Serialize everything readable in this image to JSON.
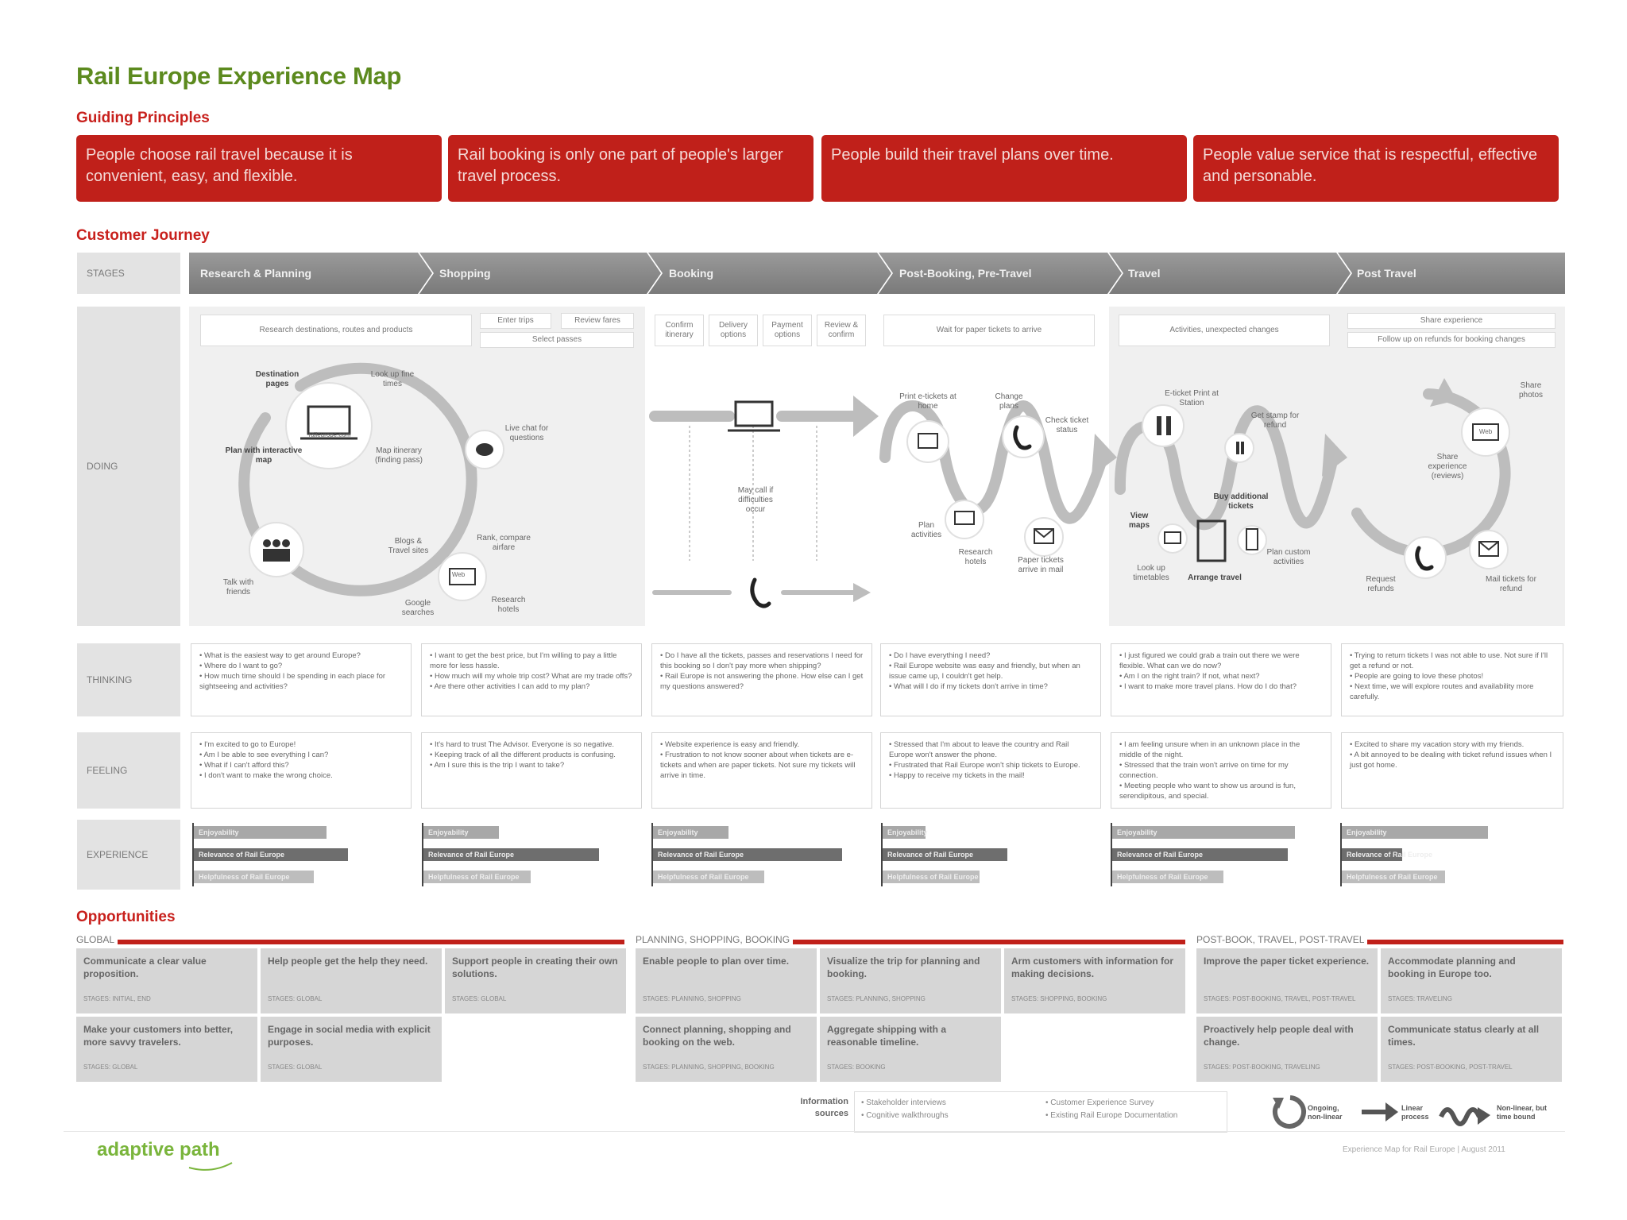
{
  "title": "Rail Europe Experience Map",
  "guiding_principles": {
    "heading": "Guiding Principles",
    "items": [
      "People choose rail travel because it is convenient, easy, and flexible.",
      "Rail booking is only one part of people's larger travel process.",
      "People build their travel plans over time.",
      "People value service that is respectful, effective and personable."
    ]
  },
  "customer_journey": {
    "heading": "Customer Journey",
    "row_labels": {
      "stages": "STAGES",
      "doing": "DOING",
      "thinking": "THINKING",
      "feeling": "FEELING",
      "experience": "EXPERIENCE"
    },
    "stages": [
      "Research & Planning",
      "Shopping",
      "Booking",
      "Post-Booking, Pre-Travel",
      "Travel",
      "Post Travel"
    ],
    "doing_boxes": {
      "research": "Research destinations, routes and products",
      "enter_trips": "Enter trips",
      "review_fares": "Review fares",
      "select_passes": "Select passes",
      "confirm_itinerary": "Confirm itinerary",
      "delivery_options": "Delivery options",
      "payment_options": "Payment options",
      "review_confirm": "Review & confirm",
      "wait_paper": "Wait for paper tickets to arrive",
      "activities": "Activities, unexpected changes",
      "share_experience": "Share experience",
      "follow_up": "Follow up on refunds for booking changes"
    },
    "doing_captions": {
      "destination_pages": "Destination pages",
      "look_up_times": "Look up fine times",
      "raileurope": "raileurope.com",
      "live_chat": "Live chat for questions",
      "plan_map": "Plan with interactive map",
      "map_itinerary": "Map itinerary (finding pass)",
      "blogs": "Blogs & Travel sites",
      "rank_compare": "Rank, compare airfare",
      "talk_friends": "Talk with friends",
      "google": "Google searches",
      "research_hotels": "Research hotels",
      "web": "Web",
      "may_call": "May call if difficulties occur",
      "print_tickets": "Print e-tickets at home",
      "change_plans": "Change plans",
      "check_status": "Check ticket status",
      "plan_activities": "Plan activities",
      "research_hotels2": "Research hotels",
      "paper_tickets": "Paper tickets arrive in mail",
      "eticket_station": "E-ticket Print at Station",
      "get_stamp": "Get stamp for refund",
      "buy_additional": "Buy additional tickets",
      "view_maps": "View maps",
      "look_up_timetables": "Look up timetables",
      "arrange_travel": "Arrange travel",
      "plan_custom": "Plan custom activities",
      "share_photos": "Share photos",
      "share_exp_reviews": "Share experience (reviews)",
      "request_refunds": "Request refunds",
      "mail_tickets": "Mail tickets for refund",
      "web2": "Web"
    },
    "thinking": [
      "• What is the easiest way to get around Europe?\n• Where do I want to go?\n• How much time should I be spending in each place for sightseeing and activities?",
      "• I want to get the best price, but I'm willing to pay a little more for less hassle.\n• How much will my whole trip cost? What are my trade offs?\n• Are there other activities I can add to my plan?",
      "• Do I have all the tickets, passes and reservations I need for this booking so I don't pay more when shipping?\n• Rail Europe is not answering the phone. How else can I get my questions answered?",
      "• Do I have everything I need?\n• Rail Europe website was easy and friendly, but when an issue came up, I couldn't get help.\n• What will I do if my tickets don't arrive in time?",
      "• I just figured we could grab a train out there we were flexible. What can we do now?\n• Am I on the right train? If not, what next?\n• I want to make more travel plans. How do I do that?",
      "• Trying to return tickets I was not able to use. Not sure if I'll get a refund or not.\n• People are going to love these photos!\n• Next time, we will explore routes and availability more carefully."
    ],
    "feeling": [
      "• I'm excited to go to Europe!\n• Am I be able to see everything I can?\n• What if I can't afford this?\n• I don't want to make the wrong choice.",
      "• It's hard to trust The Advisor. Everyone is so negative.\n• Keeping track of all the different products is confusing.\n• Am I sure this is the trip I want to take?",
      "• Website experience is easy and friendly.\n• Frustration to not know sooner about when tickets are e-tickets and when are paper tickets. Not sure my tickets will arrive in time.",
      "• Stressed that I'm about to leave the country and Rail Europe won't answer the phone.\n• Frustrated that Rail Europe won't ship tickets to Europe.\n• Happy to receive my tickets in the mail!",
      "• I am feeling unsure when in an unknown place in the middle of the night.\n• Stressed that the train won't arrive on time for my connection.\n• Meeting people who want to show us around is fun, serendipitous, and special.",
      "• Excited to share my vacation story with my friends.\n• A bit annoyed to be dealing with ticket refund issues when I just got home."
    ],
    "experience": {
      "metrics": [
        "Enjoyability",
        "Relevance of Rail Europe",
        "Helpfulness of Rail Europe"
      ],
      "values": [
        [
          0.62,
          0.72,
          0.56
        ],
        [
          0.35,
          0.82,
          0.5
        ],
        [
          0.35,
          0.88,
          0.52
        ],
        [
          0.2,
          0.58,
          0.45
        ],
        [
          0.85,
          0.82,
          0.52
        ],
        [
          0.68,
          0.28,
          0.48
        ]
      ]
    }
  },
  "opportunities": {
    "heading": "Opportunities",
    "groups": [
      {
        "label": "GLOBAL",
        "cards": [
          {
            "title": "Communicate a clear value proposition.",
            "stages": "STAGES: Initial, end"
          },
          {
            "title": "Help people get the help they need.",
            "stages": "STAGES: Global"
          },
          {
            "title": "Support people in creating their own solutions.",
            "stages": "STAGES: Global"
          },
          {
            "title": "Make your customers into better, more savvy travelers.",
            "stages": "STAGES: Global"
          },
          {
            "title": "Engage in social media with explicit purposes.",
            "stages": "STAGES: Global"
          }
        ]
      },
      {
        "label": "PLANNING, SHOPPING, BOOKING",
        "cards": [
          {
            "title": "Enable people to plan over time.",
            "stages": "STAGES: Planning, Shopping"
          },
          {
            "title": "Visualize the trip for planning and booking.",
            "stages": "STAGES: Planning, Shopping"
          },
          {
            "title": "Arm customers with information for making decisions.",
            "stages": "STAGES: Shopping, Booking"
          },
          {
            "title": "Connect planning, shopping and booking on the web.",
            "stages": "STAGES: Planning, Shopping, Booking"
          },
          {
            "title": "Aggregate shipping with a reasonable timeline.",
            "stages": "STAGES: Booking"
          }
        ]
      },
      {
        "label": "POST-BOOK, TRAVEL, POST-TRAVEL",
        "cards": [
          {
            "title": "Improve the paper ticket experience.",
            "stages": "STAGES: Post-Booking, Travel, Post-Travel"
          },
          {
            "title": "Accommodate planning and booking in Europe too.",
            "stages": "STAGES: Traveling"
          },
          {
            "title": "Proactively help people deal with change.",
            "stages": "STAGES: Post-Booking, Traveling"
          },
          {
            "title": "Communicate status clearly at all times.",
            "stages": "STAGES: Post-Booking, Post-Travel"
          }
        ]
      }
    ]
  },
  "information_sources": {
    "label": "Information sources",
    "items": [
      "• Stakeholder interviews",
      "• Cognitive walkthroughs",
      "• Customer Experience Survey",
      "• Existing Rail Europe Documentation"
    ]
  },
  "legend": [
    "Ongoing, non-linear",
    "Linear process",
    "Non-linear, but time bound"
  ],
  "logo": "adaptive path",
  "credit": "Experience Map for Rail Europe | August 2011",
  "colors": {
    "brand_red": "#c0201a",
    "title_green": "#5c8a1e",
    "stage_band": "#8a8a8a",
    "logo_green": "#7ab53c"
  }
}
